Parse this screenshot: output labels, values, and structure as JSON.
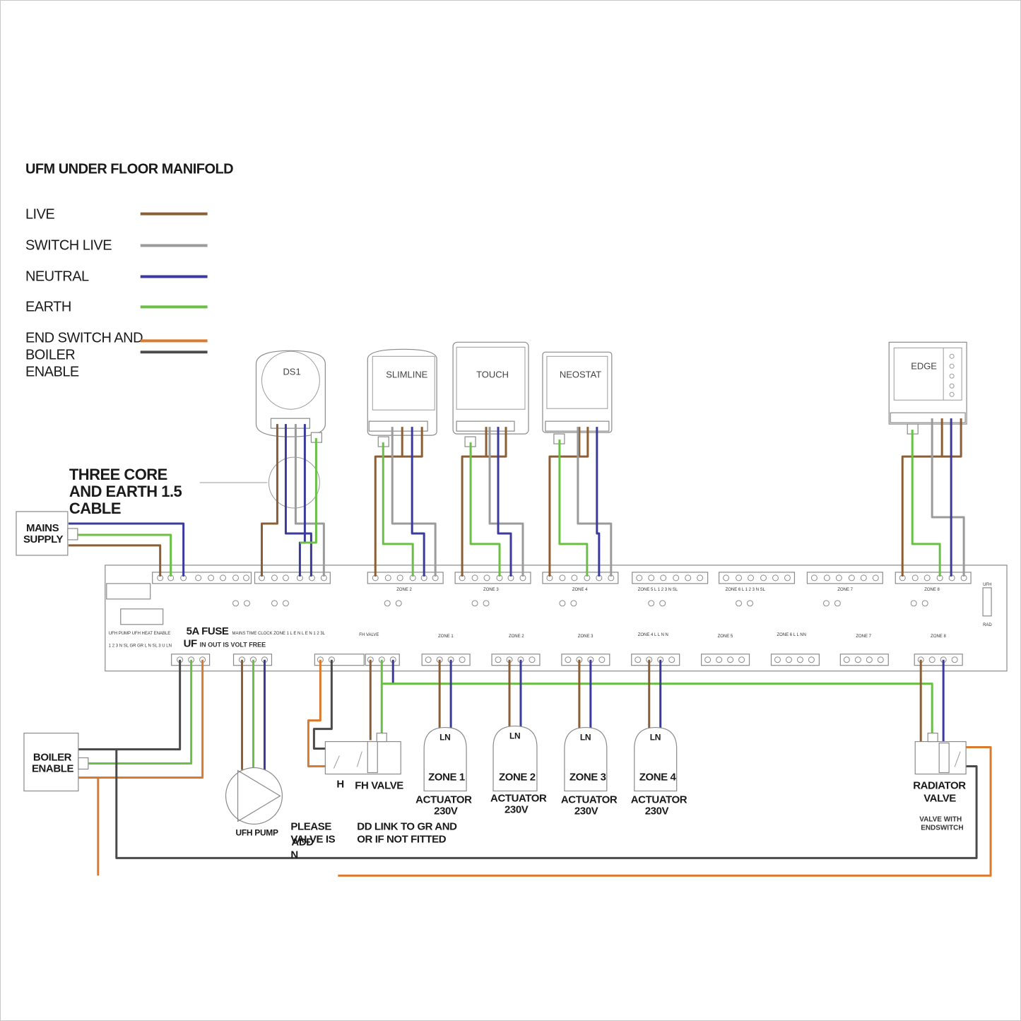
{
  "title": "UFM UNDER FLOOR MANIFOLD",
  "legend": [
    {
      "label": "LIVE",
      "color": "#8B5E34"
    },
    {
      "label": "SWITCH LIVE",
      "color": "#9b9b9b"
    },
    {
      "label": "NEUTRAL",
      "color": "#3b3b9e"
    },
    {
      "label": "EARTH",
      "color": "#6abf45"
    },
    {
      "label": "END SWITCH AND",
      "label2": "BOILER",
      "label3": "ENABLE",
      "color": "#d97a2f",
      "color2": "#4a4a4a"
    }
  ],
  "thermostats": [
    "DS1",
    "SLIMLINE",
    "TOUCH",
    "NEOSTAT",
    "EDGE"
  ],
  "cable_note": {
    "line1": "THREE CORE",
    "line2": "AND EARTH 1.5",
    "line3": "CABLE"
  },
  "mains": {
    "line1": "MAINS",
    "line2": "SUPPLY"
  },
  "boiler": {
    "line1": "BOILER",
    "line2": "ENABLE"
  },
  "fuse": {
    "label": "5A FUSE",
    "uf": "UF"
  },
  "fuse_sub": "IN OUT IS VOLT FREE",
  "pump_label": "UFH PUMP",
  "fh_valve": {
    "h": "H",
    "label": "FH VALVE"
  },
  "actuators": [
    {
      "ln": "LN",
      "zone": "ZONE 1",
      "line1": "ACTUATOR",
      "line2": "230V"
    },
    {
      "ln": "LN",
      "zone": "ZONE 2",
      "line1": "ACTUATOR",
      "line2": "230V"
    },
    {
      "ln": "LN",
      "zone": "ZONE 3",
      "line1": "ACTUATOR",
      "line2": "230V"
    },
    {
      "ln": "LN",
      "zone": "ZONE 4",
      "line1": "ACTUATOR",
      "line2": "230V"
    }
  ],
  "radiator_valve": {
    "line1": "RADIATOR",
    "line2": "VALVE",
    "note1": "VALVE WITH",
    "note2": "ENDSWITCH"
  },
  "please_note": {
    "line1": "PLEASE",
    "line2a": "VALVE IS",
    "line2b": "ADD",
    "line3": "N"
  },
  "dd_link": {
    "line1": "DD LINK TO GR AND",
    "line2": "OR IF NOT FITTED"
  },
  "board_zone_labels": [
    "ZONE 2",
    "ZONE 3",
    "ZONE 4",
    "ZONE 5 L 1 2 3 N SL",
    "ZONE 6 L 1 2 3 N SL",
    "ZONE 7",
    "ZONE 8"
  ],
  "board_lower_labels": [
    "FH VALVE",
    "ZONE 1",
    "ZONE 2",
    "ZONE 3",
    "ZONE 4 L L N N",
    "ZONE 5",
    "ZONE 6 L L NN",
    "ZONE 7",
    "ZONE 8"
  ],
  "board_small_text": {
    "left1": "UFH PUMP UFH HEAT ENABLE",
    "mains_clock": "MAINS TIME CLOCK ZONE 1 L E N L E N 1 2 3L",
    "left2": "1 2 3 N SL GR GR L N SL 3 U LN",
    "ufh": "UFH",
    "rad": "RAD"
  }
}
